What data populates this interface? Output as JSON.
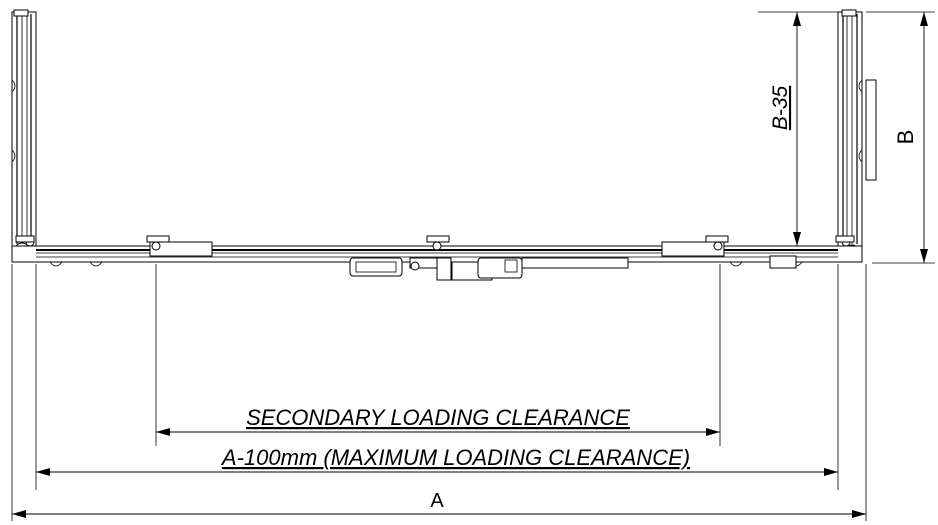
{
  "labels": {
    "dim_a": "A",
    "dim_b": "B",
    "dim_b35": "B-35",
    "secondary": "SECONDARY LOADING CLEARANCE",
    "maximum": "A-100mm (MAXIMUM LOADING CLEARANCE)"
  }
}
